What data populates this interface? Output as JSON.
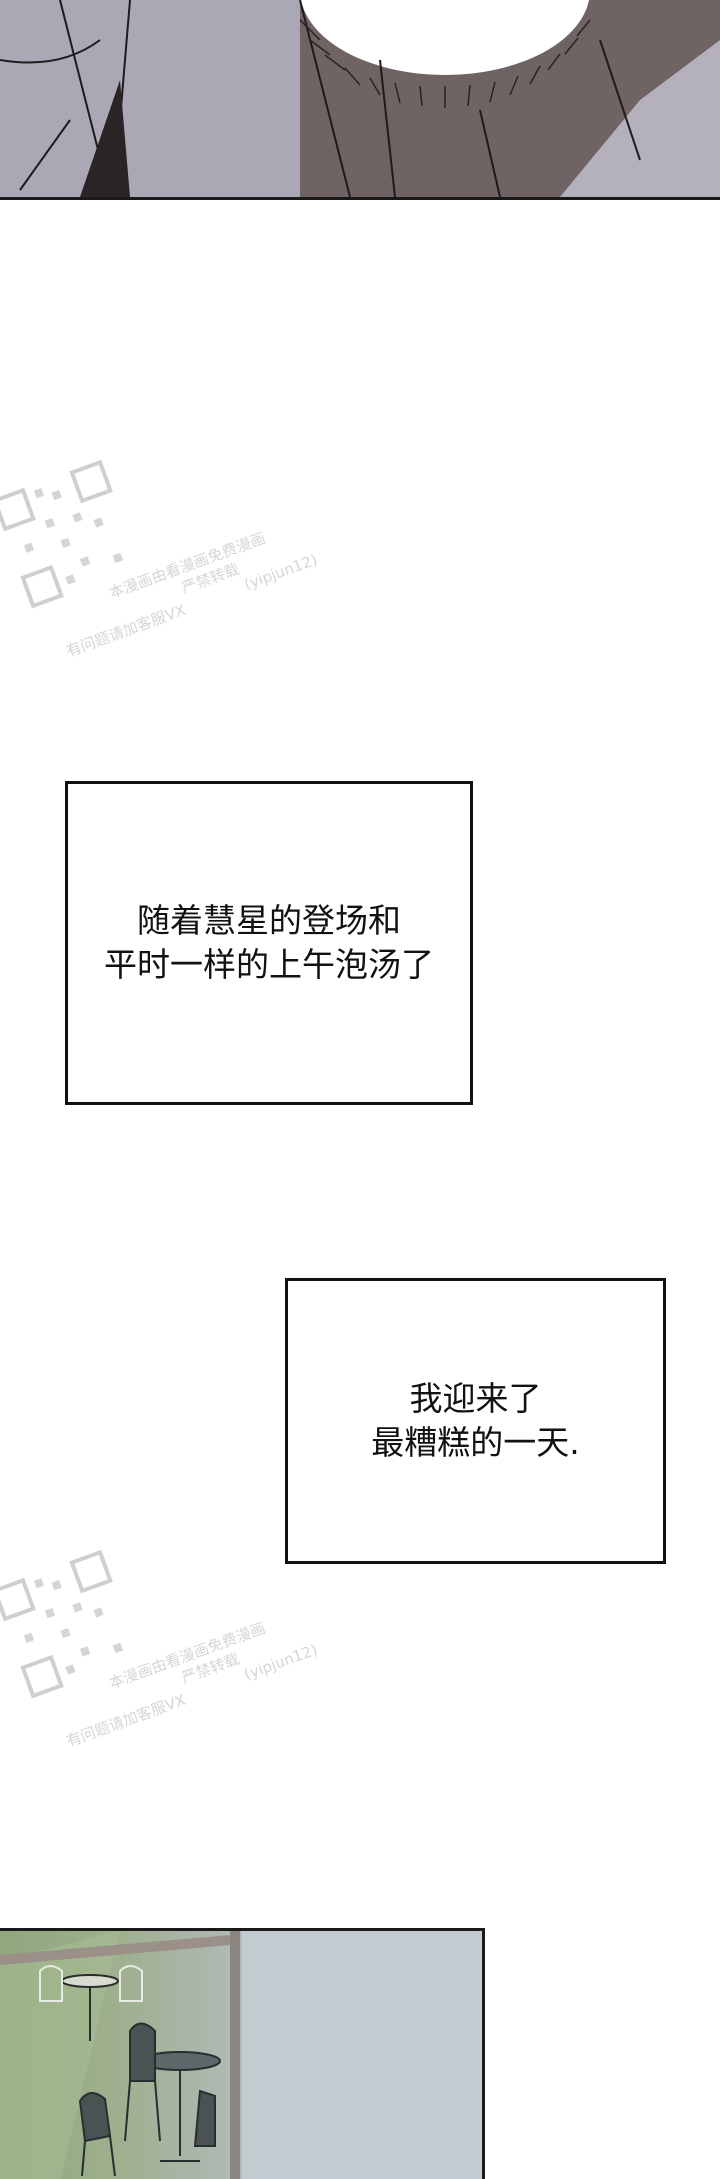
{
  "captions": [
    {
      "lines": [
        "随着慧星的登场和",
        "平时一样的上午泡汤了"
      ]
    },
    {
      "lines": [
        "我迎来了",
        "最糟糕的一天."
      ]
    }
  ],
  "watermark": {
    "line1": "本漫画由看漫画免费漫画",
    "line2": "严禁转载",
    "line3": "(yipjun12)",
    "line4": "有问题请加客服VX"
  },
  "colors": {
    "top_panel": "#a9a8b4",
    "hair": "#6f6364",
    "ink": "#111111",
    "foliage": "#8fa77d"
  }
}
